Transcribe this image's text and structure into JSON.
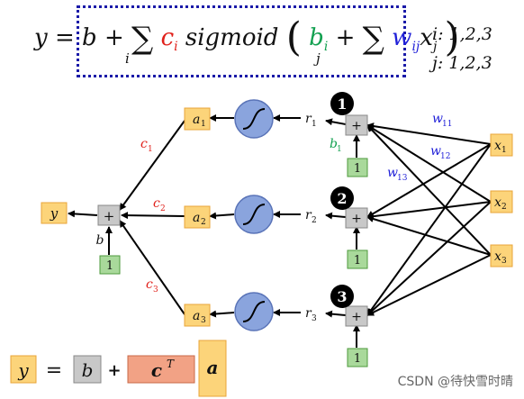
{
  "formula": {
    "y": "y",
    "eq": "=",
    "b": "b",
    "plus": "+",
    "sum": "∑",
    "sum_index_i": "i",
    "c_i": "c",
    "c_sub": "i",
    "sigmoid": "sigmoid",
    "b_i": "b",
    "b_sub": "i",
    "sum_index_j": "j",
    "w": "w",
    "w_sub": "ij",
    "x": "x",
    "x_sub": "j"
  },
  "ranges": {
    "i": "i: 1,2,3",
    "j": "j: 1,2,3"
  },
  "nodes": {
    "y": "y",
    "plus": "+",
    "one": "1",
    "b": "b",
    "a1": "a",
    "a2": "a",
    "a3": "a",
    "r1": "r",
    "r2": "r",
    "r3": "r",
    "x1": "x",
    "x2": "x",
    "x3": "x",
    "sub1": "1",
    "sub2": "2",
    "sub3": "3",
    "badge1": "1",
    "badge2": "2",
    "badge3": "3"
  },
  "edge_labels": {
    "c1": "c",
    "c2": "c",
    "c3": "c",
    "b1": "b",
    "w11": "w",
    "w12": "w",
    "w13": "w",
    "w11_sub": "11",
    "w12_sub": "12",
    "w13_sub": "13",
    "c_sub1": "1",
    "c_sub2": "2",
    "c_sub3": "3",
    "b_sub1": "1"
  },
  "bottom_equation": {
    "y": "y",
    "eq": "=",
    "b": "b",
    "plus": "+",
    "c": "c",
    "c_sup": "T",
    "a": "a"
  },
  "watermark": "CSDN @待快雪时晴",
  "colors": {
    "box_blue": "#1a1aa8",
    "red": "#e0201a",
    "green": "#12a050",
    "blue": "#2020d8",
    "orange_fill": "#fcd47a",
    "orange_border": "#e8a53a",
    "gray_fill": "#c8c8c8",
    "green_fill": "#a9d99b",
    "sigmoid_fill": "#8aa4dd",
    "salmon_fill": "#f2a285"
  }
}
